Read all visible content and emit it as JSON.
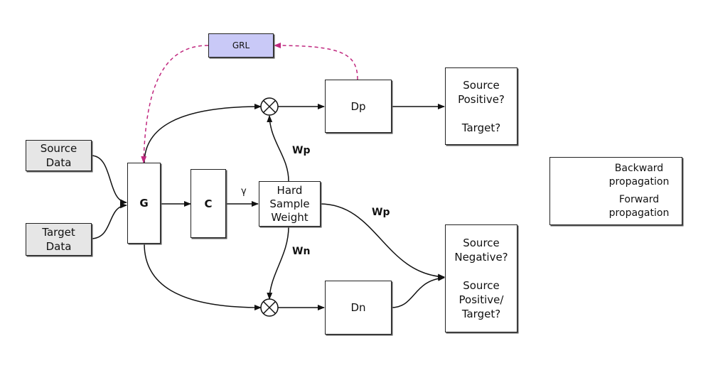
{
  "boxes": {
    "source_data": "Source\nData",
    "target_data": "Target\nData",
    "g": "G",
    "c": "C",
    "hard_sample_weight": "Hard\nSample\nWeight",
    "grl": "GRL",
    "dp": "Dp",
    "dn": "Dn",
    "positive_output": "Source\nPositive?\n\nTarget?",
    "negative_output": "Source\nNegative?\n\nSource\nPositive/\nTarget?"
  },
  "edge_labels": {
    "gamma": "γ",
    "wp_upper": "Wp",
    "wp_right": "Wp",
    "wn": "Wn"
  },
  "legend": {
    "backward": "Backward\npropagation",
    "forward": "Forward\npropagation"
  },
  "colors": {
    "backward_arrow": "#c0287f",
    "grl_fill": "#c9c9f7",
    "input_fill": "#e6e6e6"
  }
}
